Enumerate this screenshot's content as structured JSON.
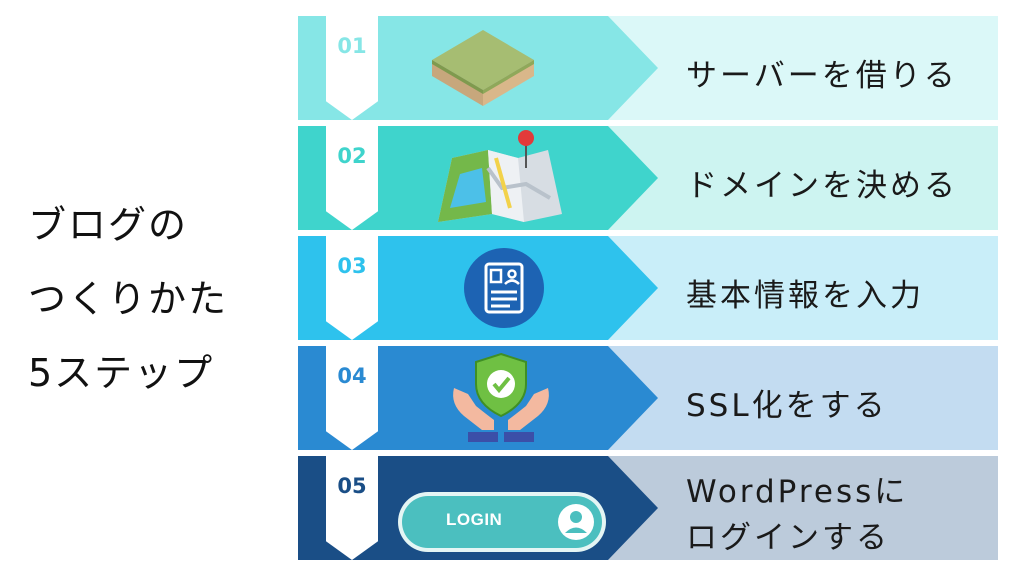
{
  "title": {
    "line1": "ブログの",
    "line2": "つくりかた",
    "line3": "5ステップ"
  },
  "steps": [
    {
      "number": "01",
      "label": "サーバーを借りる",
      "icon": "server-block-icon",
      "band_color": "#86e6e6",
      "bg_color": "#dbf8f8",
      "num_color": "#86e6e6"
    },
    {
      "number": "02",
      "label": "ドメインを決める",
      "icon": "map-pin-icon",
      "band_color": "#3fd4cc",
      "bg_color": "#cdf4f1",
      "num_color": "#3fd4cc"
    },
    {
      "number": "03",
      "label": "基本情報を入力",
      "icon": "profile-card-icon",
      "band_color": "#2ec2ed",
      "bg_color": "#c9eef9",
      "num_color": "#2ec2ed"
    },
    {
      "number": "04",
      "label": "SSL化をする",
      "icon": "shield-hands-icon",
      "band_color": "#2a8ad2",
      "bg_color": "#c3dcf1",
      "num_color": "#2a8ad2"
    },
    {
      "number": "05",
      "label_line1": "WordPressに",
      "label_line2": "ログインする",
      "icon": "login-button-icon",
      "login_text": "LOGIN",
      "band_color": "#1a4e86",
      "bg_color": "#bccbdb",
      "num_color": "#1a4e86"
    }
  ]
}
